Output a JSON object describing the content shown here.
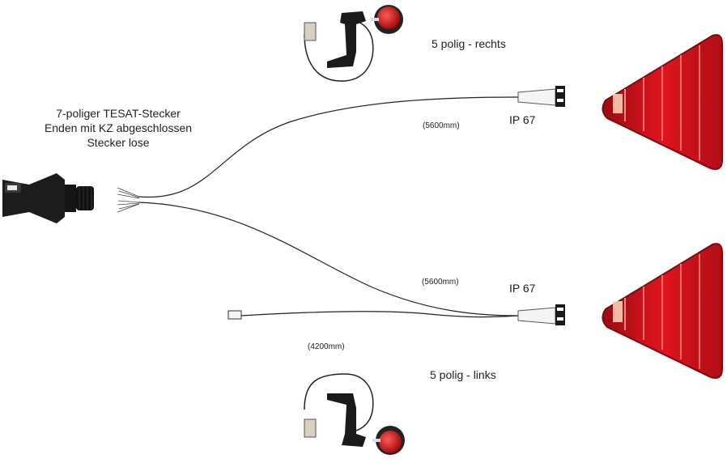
{
  "connector": {
    "lines": [
      "7-poliger TESAT-Stecker",
      "Enden mit KZ abgeschlossen",
      "Stecker lose"
    ]
  },
  "right_lamp": {
    "label": "5 polig - rechts",
    "ip": "IP 67",
    "cable_length": "(5600mm)"
  },
  "left_lamp": {
    "label": "5 polig - links",
    "ip": "IP 67",
    "cable_length": "(5600mm)"
  },
  "marker_cable": {
    "length": "(4200mm)"
  },
  "colors": {
    "lamp_red": "#d0101a",
    "lamp_dark_red": "#8a0a10",
    "marker_red": "#cc1a1a",
    "connector_black": "#1a1a1a",
    "cable": "#222222"
  }
}
